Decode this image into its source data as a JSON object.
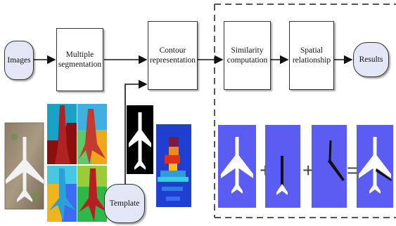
{
  "nodes": {
    "images": "Images",
    "multiple_segmentation": "Multiple\nsegmentation",
    "contour_representation": "Contour\nrepresentation",
    "similarity_computation": "Similarity\ncomputation",
    "spatial_relationship": "Spatial\nrelationship",
    "results": "Results",
    "template": "Template"
  },
  "symbols": {
    "plus_1": "+",
    "plus_2": "+",
    "equals": "="
  },
  "colors": {
    "node_fill_rounded": "#e3e6f4",
    "part_panel_bg": "#5b5cf2",
    "segmentation_blue": "#1f3fd0",
    "dashed_border": "#555555"
  }
}
